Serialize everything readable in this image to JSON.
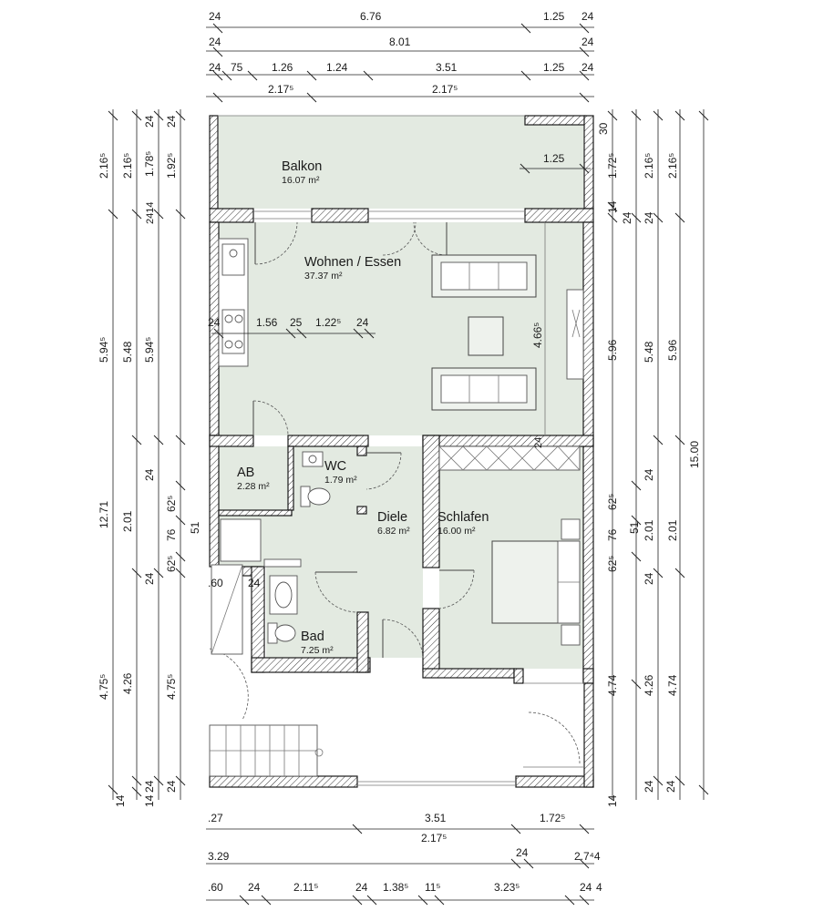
{
  "rooms": {
    "balkon": {
      "name": "Balkon",
      "area": "16.07 m²"
    },
    "wohnen": {
      "name": "Wohnen / Essen",
      "area": "37.37 m²"
    },
    "ab": {
      "name": "AB",
      "area": "2.28 m²"
    },
    "wc": {
      "name": "WC",
      "area": "1.79 m²"
    },
    "diele": {
      "name": "Diele",
      "area": "6.82 m²"
    },
    "schlafen": {
      "name": "Schlafen",
      "area": "16.00 m²"
    },
    "bad": {
      "name": "Bad",
      "area": "7.25 m²"
    }
  },
  "top_dims": {
    "row1": [
      "24",
      "6.76",
      "1.25",
      "24"
    ],
    "row2": [
      "24",
      "8.01",
      "24"
    ],
    "row3": [
      "24",
      "75",
      "1.26",
      "1.24",
      "3.51",
      "1.25",
      "24"
    ],
    "row4": [
      "2.17⁵",
      "2.17⁵"
    ]
  },
  "left_dims": {
    "col1": [
      "2.16⁵",
      "5.94⁵",
      "12.71",
      "4.75⁵",
      "14"
    ],
    "col2": [
      "2.16⁵",
      "5.48",
      "2.01",
      "4.26",
      "24"
    ],
    "col3": [
      "24",
      "1.78⁵",
      "2414",
      "5.94⁵",
      "24",
      "62⁵",
      "76",
      "62⁵",
      "24",
      "4.75⁵",
      "24",
      "14"
    ],
    "col4": [
      "24",
      "1.92⁵",
      "51"
    ]
  },
  "right_dims": {
    "col1": [
      "30",
      "1.72⁵",
      "14",
      "24",
      "4.66⁵",
      "24"
    ],
    "col2": [
      "5.96",
      "62⁵",
      "76",
      "62⁵",
      "4.74",
      "24",
      "14"
    ],
    "col3": [
      "2.16⁵",
      "24",
      "5.48",
      "24",
      "51",
      "2.01",
      "24",
      "4.26",
      "24"
    ],
    "col4": [
      "2.16⁵",
      "5.96",
      "15.00",
      "2.01",
      "4.74"
    ]
  },
  "interior_dims": {
    "kitchen": [
      "24",
      "1.56",
      "25",
      "1.22⁵",
      "24"
    ],
    "balkon_inner": "1.25",
    "window": "24",
    "b60a": ".60",
    "b24a": "24"
  },
  "bottom_dims": {
    "row1": [
      ".27",
      "3.51",
      "1.72⁵"
    ],
    "row2": [
      "2.17⁵"
    ],
    "row3": [
      "3.29",
      "24",
      "2.7⁴4"
    ],
    "row4": [
      ".60",
      "24",
      "2.11⁵",
      "24",
      "1.38⁵",
      "11⁵",
      "3.23⁵",
      "24",
      "4"
    ]
  }
}
